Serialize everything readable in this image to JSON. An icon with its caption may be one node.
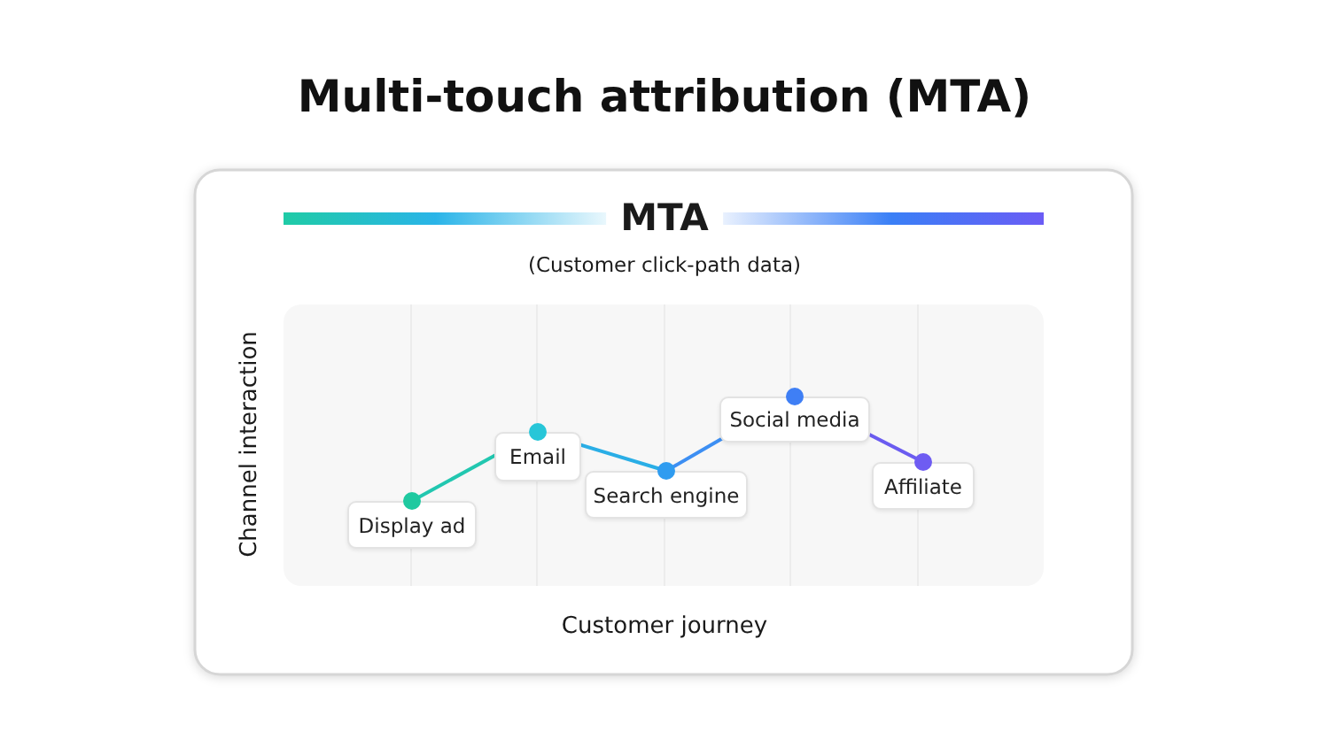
{
  "diagram": {
    "title": "Multi-touch attribution (MTA)",
    "nodes": [
      {
        "text": [
          "Display ad"
        ]
      },
      {
        "text": [
          "Email"
        ]
      },
      {
        "text": [
          "Search engine"
        ]
      },
      {
        "text": [
          "Social media"
        ]
      },
      {
        "text": [
          "Affiliate"
        ]
      }
    ],
    "edges": [
      {
        "from": 0,
        "to": 1,
        "arrow": "none",
        "color": "#22c7b0"
      },
      {
        "from": 1,
        "to": 2,
        "arrow": "none",
        "color": "#2aaee6"
      },
      {
        "from": 2,
        "to": 3,
        "arrow": "none",
        "color": "#3d8ff3"
      },
      {
        "from": 3,
        "to": 4,
        "arrow": "none",
        "color": "#6b5cf0"
      }
    ],
    "labels": [
      "MTA",
      "(Customer click-path data)",
      "Channel interaction",
      "Customer journey"
    ]
  }
}
